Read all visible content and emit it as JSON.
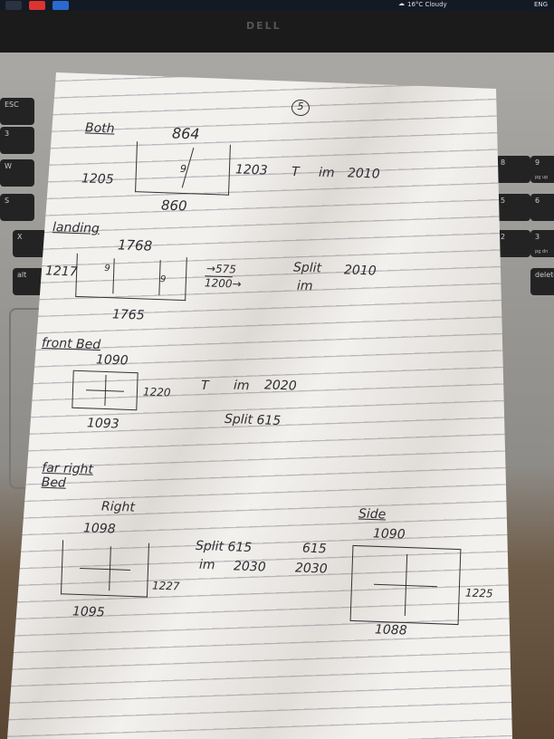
{
  "taskbar": {
    "weather": "16°C Cloudy",
    "lang": "ENG"
  },
  "laptop": {
    "brand": "DELL",
    "keys": [
      "ESC",
      "3",
      "W",
      "S",
      "X",
      "alt",
      "8",
      "9",
      "5",
      "6",
      "2",
      "3",
      "pg up",
      "pg dn",
      "delete"
    ]
  },
  "note": {
    "page_number": "5",
    "sections": [
      {
        "title": "Both",
        "top": "864",
        "bottom": "860",
        "left": "1205",
        "right": "1203",
        "mark": "9",
        "notes": [
          "T",
          "im",
          "2010"
        ]
      },
      {
        "title": "landing",
        "top": "1768",
        "bottom": "1765",
        "left": "1217",
        "right_marks": [
          "9",
          "9"
        ],
        "arrow_top": "575",
        "arrow_bottom": "1200",
        "notes": [
          "Split",
          "2010",
          "im"
        ]
      },
      {
        "title": "front Bed",
        "top": "1090",
        "bottom": "1093",
        "right": "1220",
        "notes": [
          "T",
          "im",
          "2020",
          "Split 615"
        ]
      },
      {
        "title": "far right Bed",
        "sub": [
          {
            "label": "Right",
            "top": "1098",
            "bottom": "1095",
            "right": "1227"
          },
          {
            "label": "Side",
            "top": "1090",
            "bottom": "1088",
            "right": "1225"
          }
        ],
        "notes": [
          "Split 615",
          "615",
          "im",
          "2030",
          "2030"
        ]
      }
    ]
  }
}
